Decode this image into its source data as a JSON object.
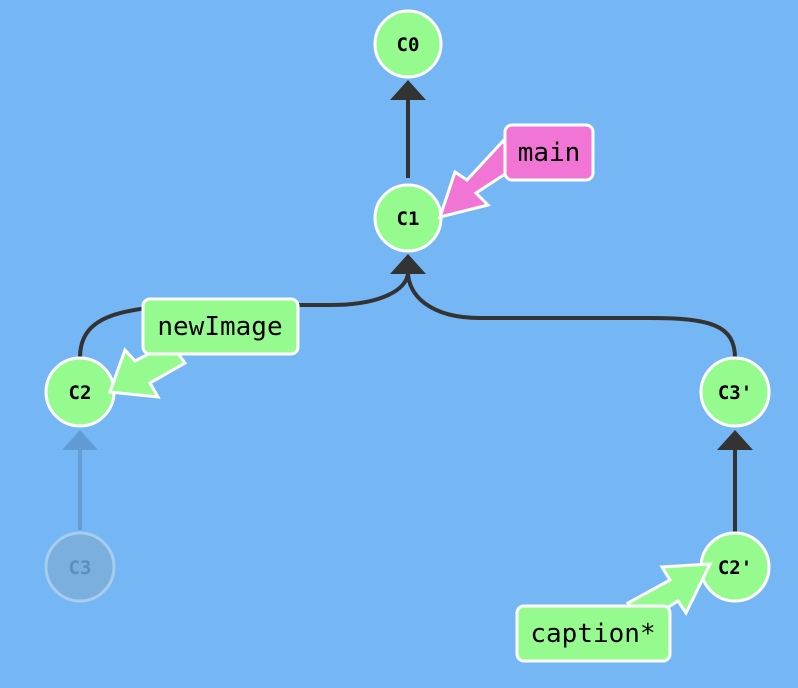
{
  "colors": {
    "background": "#75b6f5",
    "commit_fill": "#95fb8e",
    "commit_stroke": "#ffffff",
    "edge": "#333333",
    "faded_fill": "#7aafde",
    "faded_text": "#5b8fbf",
    "branch_default": "#95fb8e",
    "branch_main": "#f075d4"
  },
  "commits": {
    "c0": {
      "label": "C0"
    },
    "c1": {
      "label": "C1"
    },
    "c2": {
      "label": "C2"
    },
    "c3": {
      "label": "C3"
    },
    "c3p": {
      "label": "C3'"
    },
    "c2p": {
      "label": "C2'"
    }
  },
  "branches": {
    "main": {
      "label": "main"
    },
    "newImage": {
      "label": "newImage"
    },
    "caption": {
      "label": "caption*"
    }
  }
}
